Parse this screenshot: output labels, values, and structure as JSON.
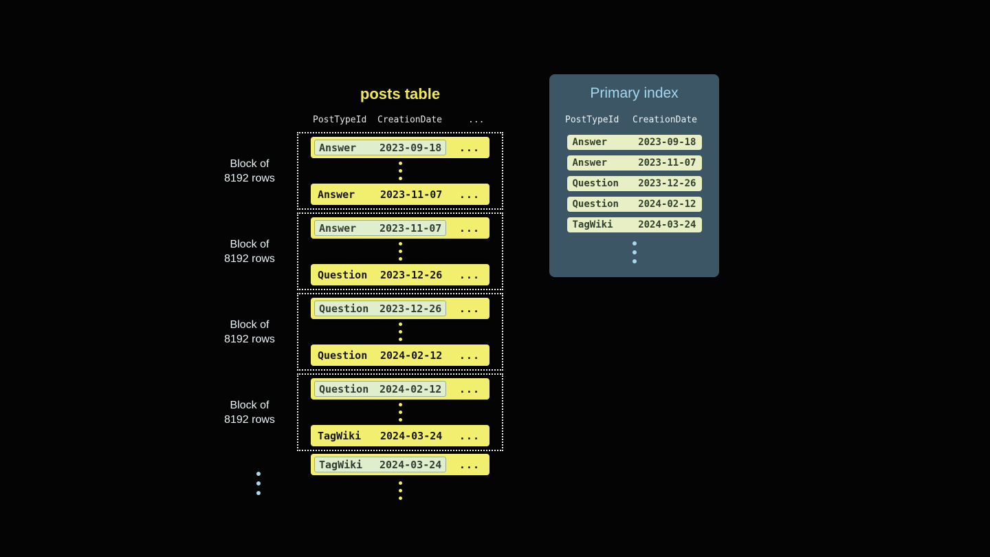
{
  "posts_table": {
    "title": "posts table",
    "ellipsis": "...",
    "headers": {
      "post_type_id": "PostTypeId",
      "creation_date": "CreationDate"
    },
    "blocks": [
      {
        "label_line1": "Block of",
        "label_line2": "8192 rows",
        "first_type": "Answer",
        "first_date": "2023-09-18",
        "last_type": "Answer",
        "last_date": "2023-11-07"
      },
      {
        "label_line1": "Block of",
        "label_line2": "8192 rows",
        "first_type": "Answer",
        "first_date": "2023-11-07",
        "last_type": "Question",
        "last_date": "2023-12-26"
      },
      {
        "label_line1": "Block of",
        "label_line2": "8192 rows",
        "first_type": "Question",
        "first_date": "2023-12-26",
        "last_type": "Question",
        "last_date": "2024-02-12"
      },
      {
        "label_line1": "Block of",
        "label_line2": "8192 rows",
        "first_type": "Question",
        "first_date": "2024-02-12",
        "last_type": "TagWiki",
        "last_date": "2024-03-24"
      }
    ],
    "overflow_type": "TagWiki",
    "overflow_date": "2024-03-24"
  },
  "primary_index": {
    "title": "Primary index",
    "headers": {
      "post_type_id": "PostTypeId",
      "creation_date": "CreationDate"
    },
    "rows": [
      {
        "type": "Answer",
        "date": "2023-09-18"
      },
      {
        "type": "Answer",
        "date": "2023-11-07"
      },
      {
        "type": "Question",
        "date": "2023-12-26"
      },
      {
        "type": "Question",
        "date": "2024-02-12"
      },
      {
        "type": "TagWiki",
        "date": "2024-03-24"
      }
    ]
  }
}
